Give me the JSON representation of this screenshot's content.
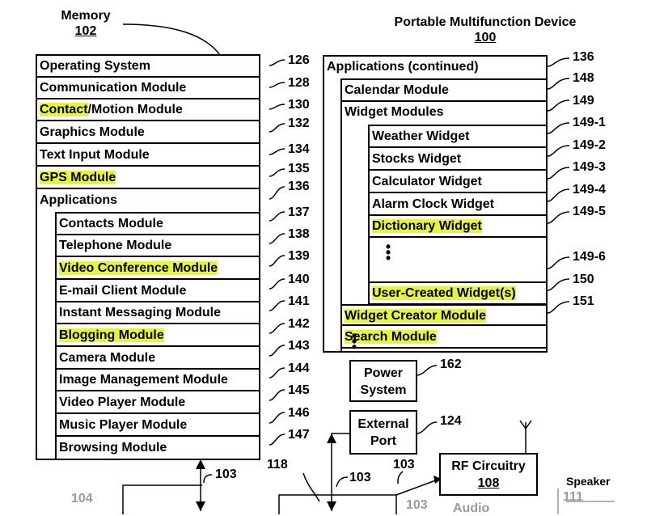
{
  "memory": {
    "title": "Memory",
    "number": "102",
    "rows": [
      {
        "label": "Operating System",
        "ref": "126",
        "highlight": ""
      },
      {
        "label": "Communication Module",
        "ref": "128",
        "highlight": ""
      },
      {
        "label": "/Motion Module",
        "ref": "130",
        "highlight": "Contact"
      },
      {
        "label": "Graphics Module",
        "ref": "132",
        "highlight": ""
      },
      {
        "label": "Text Input Module",
        "ref": "134",
        "highlight": ""
      },
      {
        "label": "",
        "ref": "135",
        "highlight": "GPS Module"
      },
      {
        "label": "Applications",
        "ref": "136",
        "highlight": ""
      }
    ],
    "apps": [
      {
        "label": "Contacts Module",
        "ref": "137",
        "highlighted": false
      },
      {
        "label": "Telephone Module",
        "ref": "138",
        "highlighted": false
      },
      {
        "label": "Video Conference Module",
        "ref": "139",
        "highlighted": true
      },
      {
        "label": "E-mail Client Module",
        "ref": "140",
        "highlighted": false
      },
      {
        "label": "Instant Messaging Module",
        "ref": "141",
        "highlighted": false
      },
      {
        "label": "Blogging Module",
        "ref": "142",
        "highlighted": true
      },
      {
        "label": "Camera Module",
        "ref": "143",
        "highlighted": false
      },
      {
        "label": "Image Management Module",
        "ref": "144",
        "highlighted": false
      },
      {
        "label": "Video Player Module",
        "ref": "145",
        "highlighted": false
      },
      {
        "label": "Music Player Module",
        "ref": "146",
        "highlighted": false
      },
      {
        "label": "Browsing Module",
        "ref": "147",
        "highlighted": false
      }
    ]
  },
  "device": {
    "title": "Portable Multifunction Device",
    "number": "100",
    "apps_cont": {
      "label": "Applications (continued)",
      "ref": "136"
    },
    "calendar": {
      "label": "Calendar Module",
      "ref": "148"
    },
    "widgets": {
      "label": "Widget Modules",
      "ref": "149"
    },
    "widget_items": [
      {
        "label": "Weather Widget",
        "ref": "149-1",
        "highlighted": false
      },
      {
        "label": "Stocks Widget",
        "ref": "149-2",
        "highlighted": false
      },
      {
        "label": "Calculator Widget",
        "ref": "149-3",
        "highlighted": false
      },
      {
        "label": "Alarm Clock Widget",
        "ref": "149-4",
        "highlighted": false
      },
      {
        "label": "Dictionary Widget",
        "ref": "149-5",
        "highlighted": true
      },
      {
        "label": "User-Created Widget(s)",
        "ref": "149-6",
        "highlighted": true
      }
    ],
    "creator": {
      "label": "Widget Creator Module",
      "ref": "150"
    },
    "search": {
      "label": "Search Module",
      "ref": "151"
    }
  },
  "power": {
    "label_line1": "Power",
    "label_line2": "System",
    "ref": "162"
  },
  "external": {
    "label_line1": "External",
    "label_line2": "Port",
    "ref": "124"
  },
  "rf": {
    "label": "RF Circuitry",
    "number": "108"
  },
  "speaker": {
    "label": "Speaker",
    "ref": "111"
  },
  "bottom_refs": {
    "bus_left": "103",
    "bus_mid": "103",
    "bus_right": "103",
    "ref_118": "118",
    "ref_104": "104",
    "ref_103_faint": "103",
    "audio_faint": "Audio"
  },
  "colors": {
    "highlight": "#e6f53c",
    "line": "#000000"
  }
}
